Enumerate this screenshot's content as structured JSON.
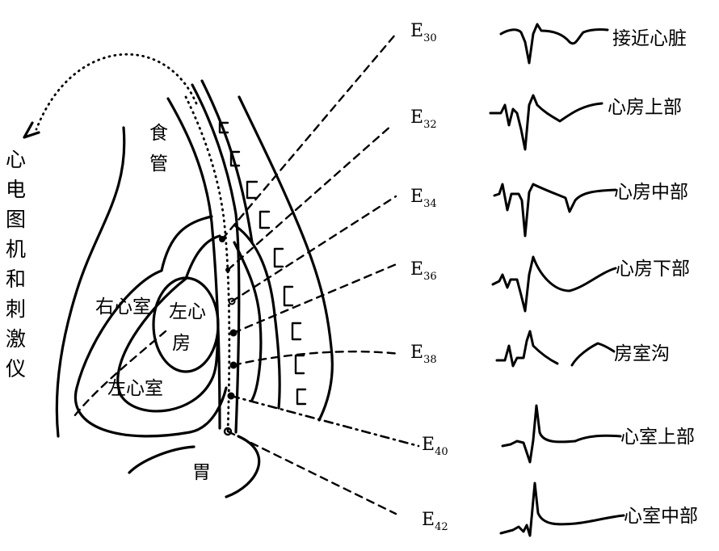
{
  "device_label_chars": [
    "心",
    "电",
    "图",
    "机",
    "和",
    "刺",
    "激",
    "仪"
  ],
  "anatomy": {
    "esophagus_top": "食",
    "esophagus_bottom": "管",
    "right_ventricle": "右心室",
    "left_atrium_top": "左心",
    "left_atrium_bottom": "房",
    "left_ventricle": "左心室",
    "stomach": "胃"
  },
  "electrodes": [
    {
      "letter": "E",
      "sub": "30",
      "position": "接近心脏"
    },
    {
      "letter": "E",
      "sub": "32",
      "position": "心房上部"
    },
    {
      "letter": "E",
      "sub": "34",
      "position": "心房中部"
    },
    {
      "letter": "E",
      "sub": "36",
      "position": "心房下部"
    },
    {
      "letter": "E",
      "sub": "38",
      "position": "房室沟"
    },
    {
      "letter": "E",
      "sub": "40",
      "position": "心室上部"
    },
    {
      "letter": "E",
      "sub": "42",
      "position": "心室中部"
    }
  ]
}
